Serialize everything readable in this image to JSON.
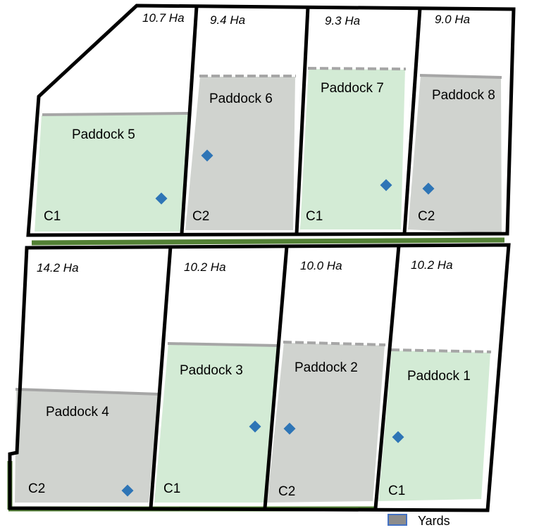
{
  "colors": {
    "c1_fill": "#d3ebd5",
    "c2_fill": "#d0d3cf",
    "boundary": "#000000",
    "fence_solid": "#a6a6a6",
    "fence_dashed": "#a6a6a6",
    "hedge": "#538135",
    "yard_marker": "#2e75b6",
    "legend_swatch": "#8c8c8c",
    "legend_swatch_border": "#4472c4"
  },
  "paddocks": {
    "p5": {
      "name": "Paddock 5",
      "area": "10.7 Ha",
      "class": "C1"
    },
    "p6": {
      "name": "Paddock 6",
      "area": "9.4 Ha",
      "class": "C2"
    },
    "p7": {
      "name": "Paddock 7",
      "area": "9.3 Ha",
      "class": "C1"
    },
    "p8": {
      "name": "Paddock 8",
      "area": "9.0 Ha",
      "class": "C2"
    },
    "p4": {
      "name": "Paddock 4",
      "area": "14.2 Ha",
      "class": "C2"
    },
    "p3": {
      "name": "Paddock 3",
      "area": "10.2 Ha",
      "class": "C1"
    },
    "p2": {
      "name": "Paddock 2",
      "area": "10.0 Ha",
      "class": "C2"
    },
    "p1": {
      "name": "Paddock 1",
      "area": "10.2 Ha",
      "class": "C1"
    }
  },
  "legend": {
    "label": "Yards",
    "icon": "yard-swatch"
  }
}
